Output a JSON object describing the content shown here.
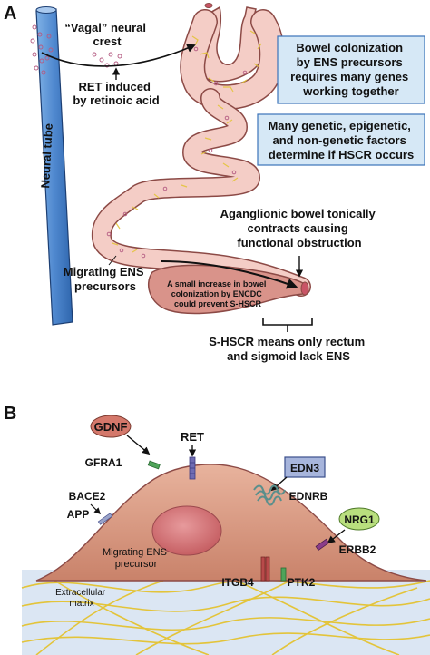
{
  "panel_a": {
    "letter": "A",
    "neural_tube": "Neural tube",
    "vagal_crest": [
      "“Vagal” neural",
      "crest"
    ],
    "ret_induced": [
      "RET induced",
      "by retinoic acid"
    ],
    "box_colonization": [
      "Bowel colonization",
      "by ENS precursors",
      "requires many genes",
      "working together"
    ],
    "box_factors": [
      "Many genetic, epigenetic,",
      "and non-genetic factors",
      "determine if HSCR occurs"
    ],
    "aganglionic": [
      "Aganglionic bowel tonically",
      "contracts causing",
      "functional obstruction"
    ],
    "migrating": [
      "Migrating ENS",
      "precursors"
    ],
    "small_increase": [
      "A small increase in bowel",
      "colonization by ENCDC",
      "could prevent S-HSCR"
    ],
    "shscr": [
      "S-HSCR means only rectum",
      "and sigmoid lack ENS"
    ],
    "colors": {
      "tube": "#5b95d6",
      "gut": "#f2c8c2",
      "gut_border": "#8c4a46",
      "box_fill": "#d6e8f6",
      "box_border": "#3b73b9",
      "ganglia": "#e8d64a"
    }
  },
  "panel_b": {
    "letter": "B",
    "gdnf": "GDNF",
    "ret": "RET",
    "gfra1": "GFRA1",
    "edn3": "EDN3",
    "ednrb": "EDNRB",
    "bace2": "BACE2",
    "app": "APP",
    "nrg1": "NRG1",
    "erbb2": "ERBB2",
    "itgb4": "ITGB4",
    "ptk2": "PTK2",
    "cell_label": [
      "Migrating ENS",
      "precursor"
    ],
    "matrix_label": [
      "Extracellular",
      "matrix"
    ],
    "colors": {
      "cell": "#d9957c",
      "nucleus": "#cf6f72",
      "matrix": "#dbe6f3",
      "fibers": "#e3c43a",
      "gdnf": "#d4786b",
      "edn3": "#a7b5dc",
      "nrg1": "#b9df7e"
    }
  }
}
